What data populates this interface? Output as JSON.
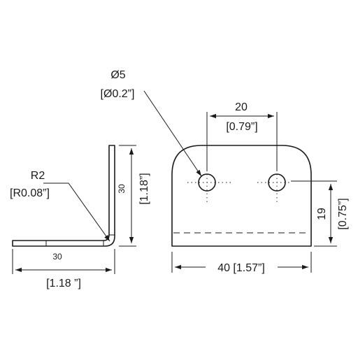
{
  "hole": {
    "diameter_mm": "Ø5",
    "diameter_in": "[Ø0.2”]"
  },
  "hole_spacing": {
    "mm": "20",
    "inch": "[0.79”]"
  },
  "plate_width": {
    "label": "40 [1.57”]"
  },
  "hole_height": {
    "mm": "19",
    "inch": "[0.75”]"
  },
  "bend_radius": {
    "mm": "R2",
    "inch": "[R0.08”]"
  },
  "leg_vertical": {
    "mm": "30",
    "inch": "[1.18”]"
  },
  "leg_horizontal": {
    "mm": "30",
    "inch": "[1.18 ”]"
  }
}
